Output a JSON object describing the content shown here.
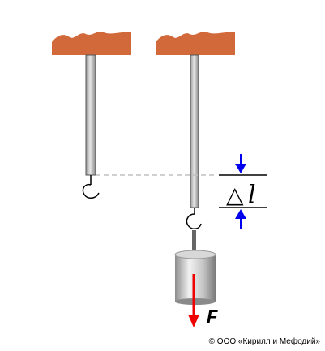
{
  "labels": {
    "delta_symbol": "△",
    "length_symbol": "l",
    "force_symbol": "F"
  },
  "copyright": "© ООО «Кирилл и Мефодий»",
  "colors": {
    "ceiling": "#d2693a",
    "rod_fill": "#c8c8c8",
    "rod_stroke": "#555555",
    "arrow_blue": "#0000ee",
    "arrow_red": "#ee0000",
    "dash_line": "#c0c0c0"
  },
  "icons": {
    "left_hook": "hook-icon",
    "right_hook": "hook-icon",
    "weight": "cylinder-weight-icon"
  }
}
